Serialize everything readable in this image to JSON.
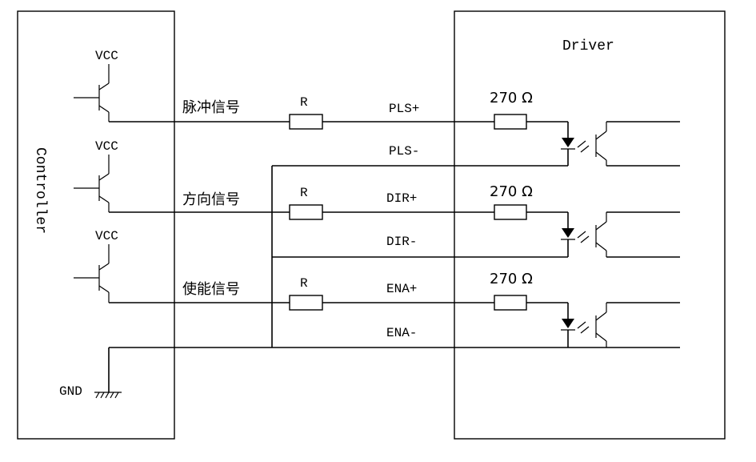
{
  "controller": {
    "title": "Controller",
    "vcc_label": "VCC",
    "gnd_label": "GND"
  },
  "driver": {
    "title": "Driver",
    "resistor_label": "270 Ω"
  },
  "channels": [
    {
      "cn_label": "脉冲信号",
      "res_label": "R",
      "pos_label": "PLS+",
      "neg_label": "PLS-"
    },
    {
      "cn_label": "方向信号",
      "res_label": "R",
      "pos_label": "DIR+",
      "neg_label": "DIR-"
    },
    {
      "cn_label": "使能信号",
      "res_label": "R",
      "pos_label": "ENA+",
      "neg_label": "ENA-"
    }
  ]
}
